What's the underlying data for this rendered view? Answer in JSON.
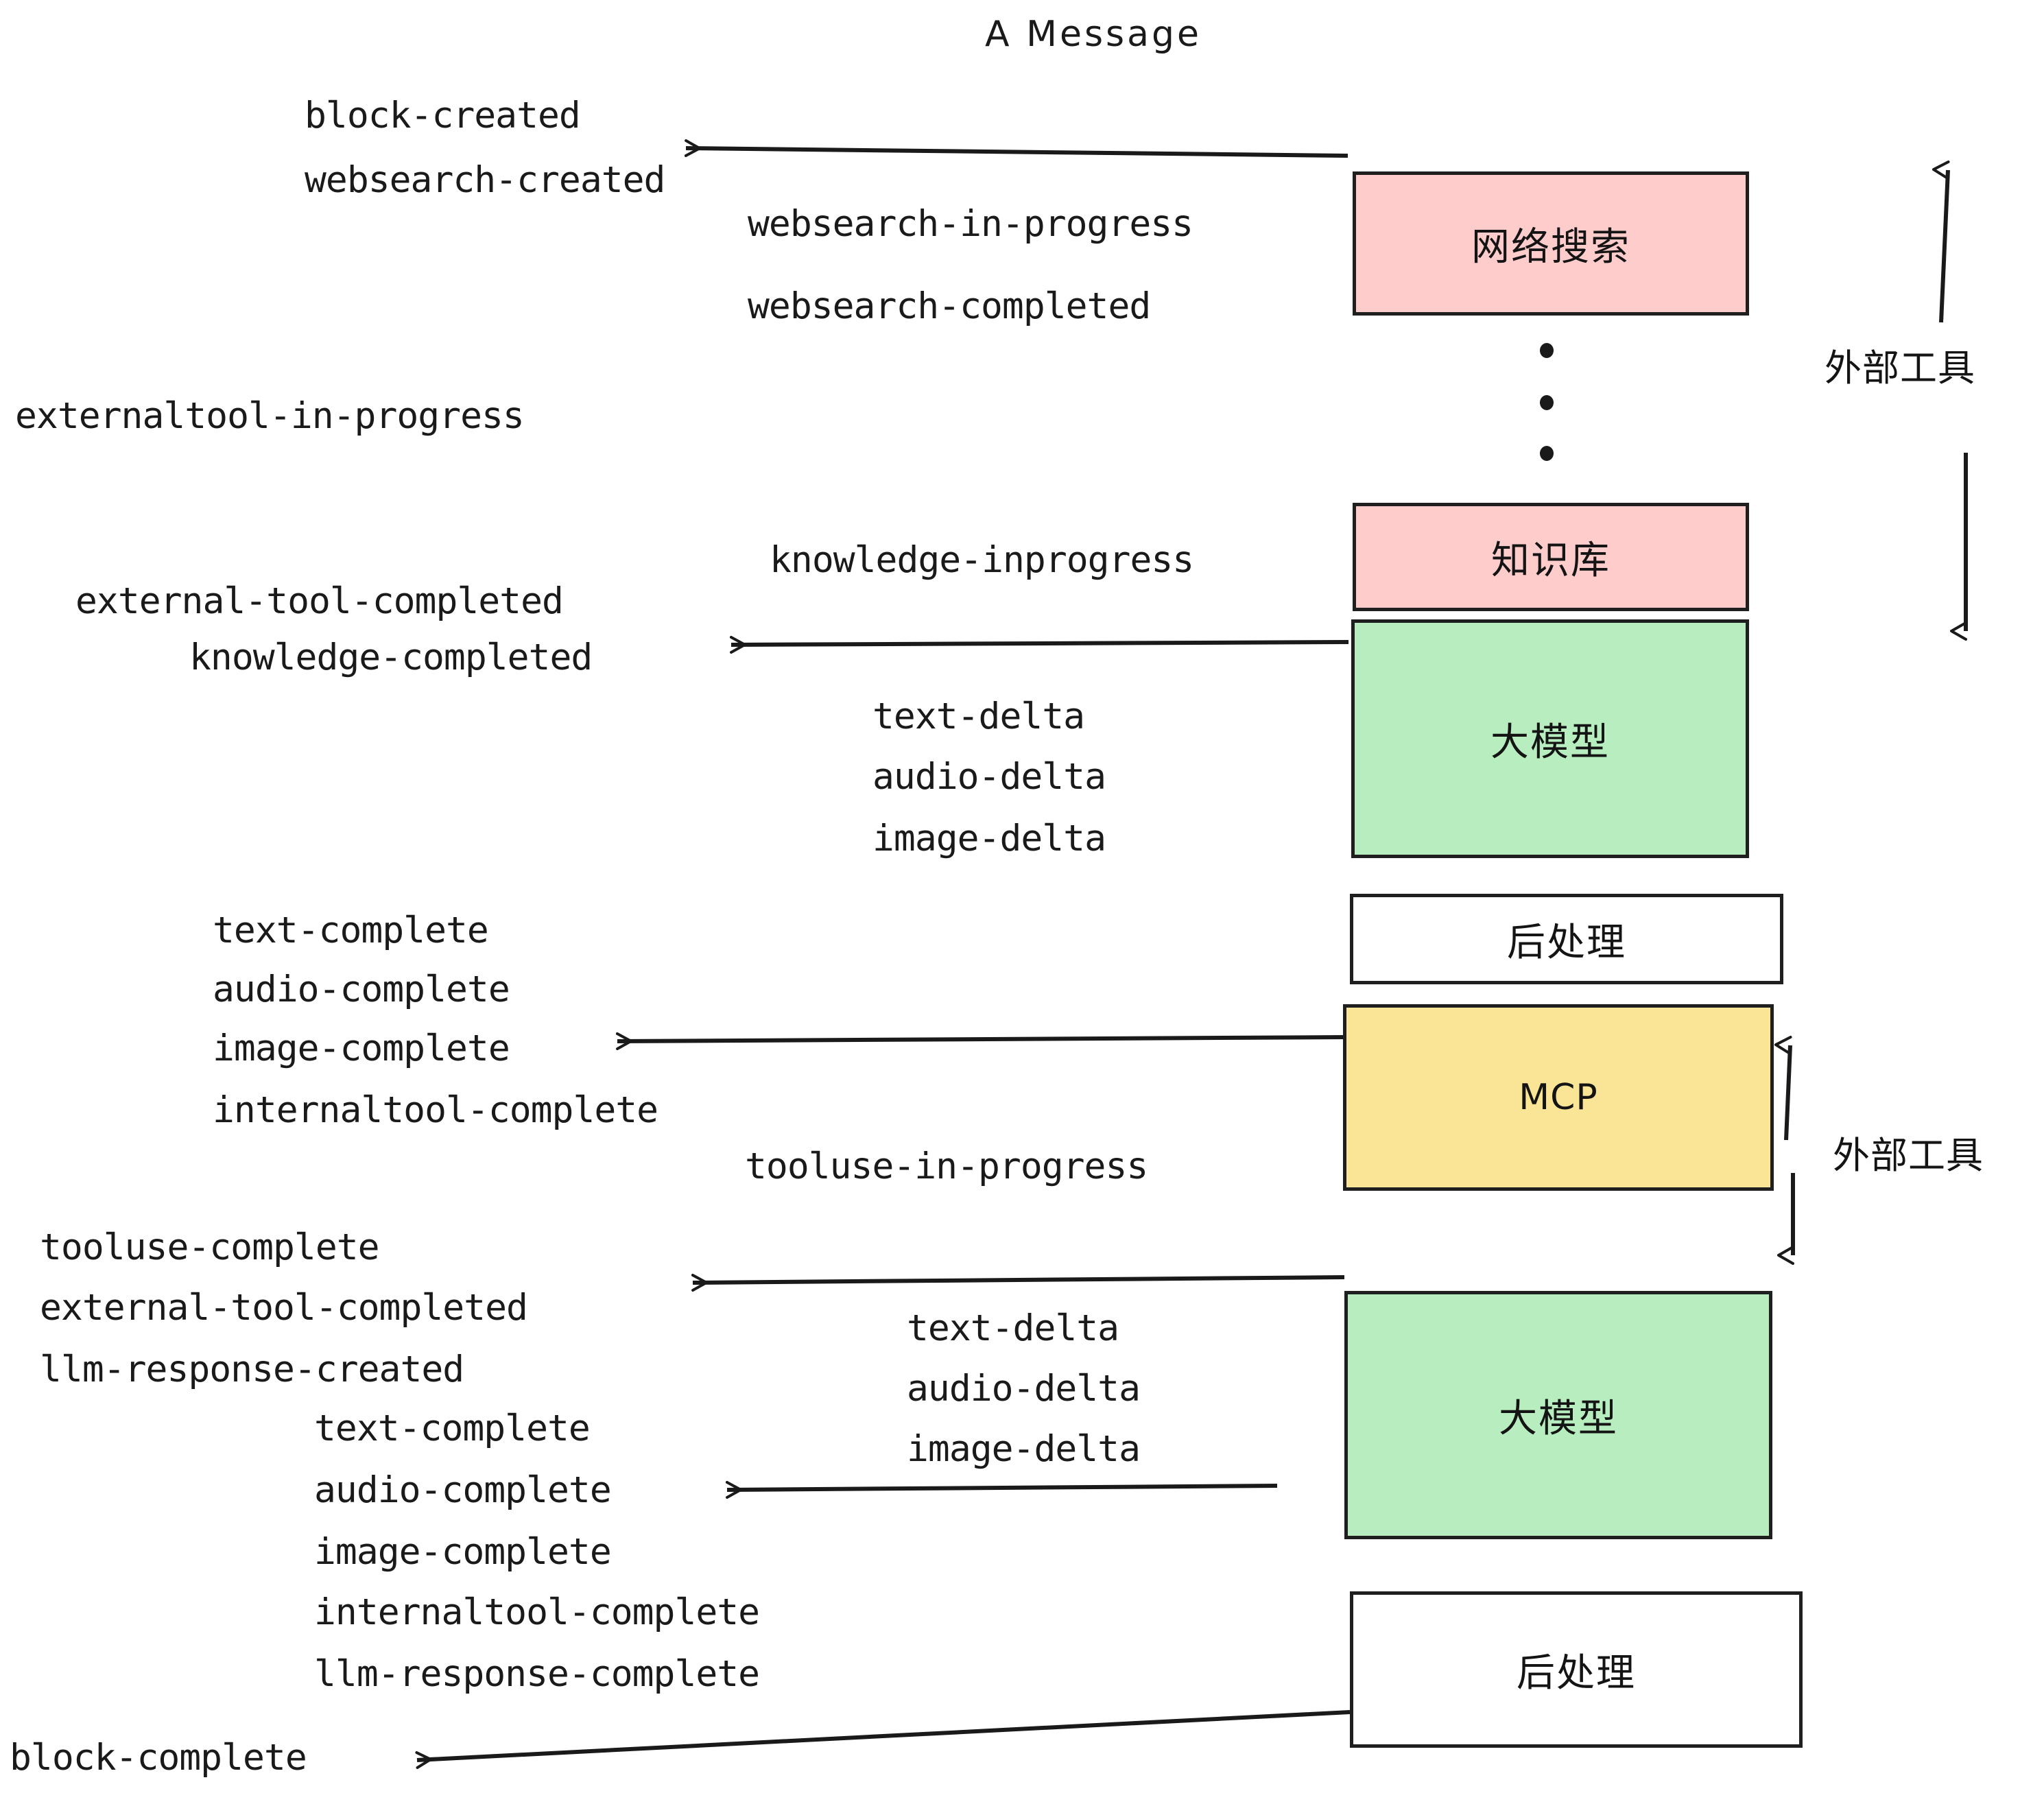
{
  "diagram": {
    "title": "A Message",
    "type": "sequence-flow",
    "background_color": "#ffffff",
    "stroke_color": "#1f1f1f",
    "palette": {
      "external_tool_pink": "#ffcccc",
      "llm_green": "#b7edbf",
      "mcp_yellow": "#fae596",
      "postprocess_white": "#ffffff"
    }
  },
  "nodes": [
    {
      "id": "websearch",
      "label": "网络搜索",
      "fill": "#ffcccc",
      "script": "cjk"
    },
    {
      "id": "knowledge",
      "label": "知识库",
      "fill": "#ffcccc",
      "script": "cjk"
    },
    {
      "id": "llm-top",
      "label": "大模型",
      "fill": "#b7edbf",
      "script": "cjk"
    },
    {
      "id": "post-top",
      "label": "后处理",
      "fill": "#ffffff",
      "script": "cjk"
    },
    {
      "id": "mcp",
      "label": "MCP",
      "fill": "#fae596",
      "script": "latin"
    },
    {
      "id": "llm-bottom",
      "label": "大模型",
      "fill": "#b7edbf",
      "script": "cjk"
    },
    {
      "id": "post-bottom",
      "label": "后处理",
      "fill": "#ffffff",
      "script": "cjk"
    }
  ],
  "side_brackets": [
    {
      "id": "bracket-top",
      "label": "外部工具"
    },
    {
      "id": "bracket-bottom",
      "label": "外部工具"
    }
  ],
  "events": {
    "block_created": "block-created",
    "websearch_created": "websearch-created",
    "websearch_in_progress": "websearch-in-progress",
    "websearch_completed": "websearch-completed",
    "externaltool_in_progress": "externaltool-in-progress",
    "knowledge_inprogress": "knowledge-inprogress",
    "external_tool_completed_1": "external-tool-completed",
    "knowledge_completed": "knowledge-completed",
    "text_delta_1": "text-delta",
    "audio_delta_1": "audio-delta",
    "image_delta_1": "image-delta",
    "text_complete_1": "text-complete",
    "audio_complete_1": "audio-complete",
    "image_complete_1": "image-complete",
    "internaltool_complete_1": "internaltool-complete",
    "tooluse_in_progress": "tooluse-in-progress",
    "tooluse_complete": "tooluse-complete",
    "external_tool_completed_2": "external-tool-completed",
    "llm_response_created": "llm-response-created",
    "text_delta_2": "text-delta",
    "audio_delta_2": "audio-delta",
    "image_delta_2": "image-delta",
    "text_complete_2": "text-complete",
    "audio_complete_2": "audio-complete",
    "image_complete_2": "image-complete",
    "internaltool_complete_2": "internaltool-complete",
    "llm_response_complete": "llm-response-complete",
    "block_complete": "block-complete"
  },
  "ellipsis": {
    "count": 3,
    "meaning": "more external tools"
  }
}
